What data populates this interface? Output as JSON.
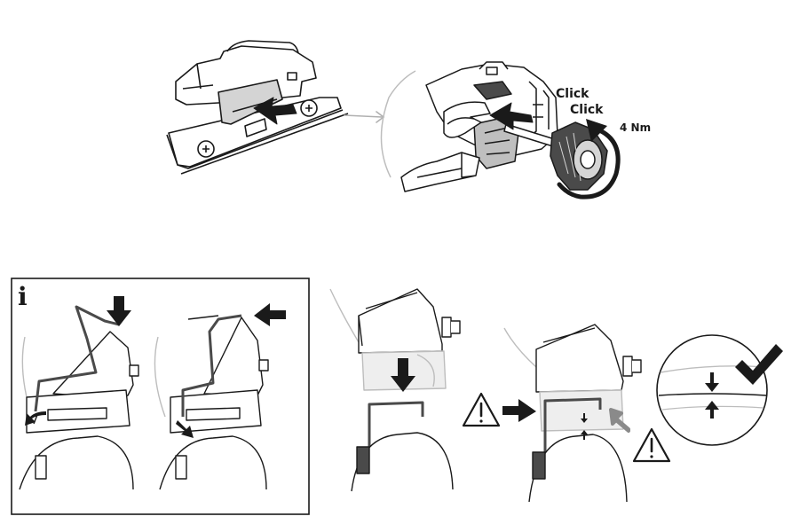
{
  "step1": {
    "click_1": "Click",
    "click_2": "Click",
    "torque": "4 Nm"
  },
  "info_panel": {
    "info_symbol": "i"
  },
  "icons": [
    "push-arrow-icon",
    "transition-arrow-icon",
    "torque-rotation-arrow-icon",
    "info-icon",
    "warning-icon",
    "check-mark-icon",
    "down-arrow-icon",
    "up-arrow-icon"
  ],
  "colors": {
    "line": "#1a1a1a",
    "gray_fill": "#d4d4d4",
    "dark_gray": "#4a4a4a",
    "light_gray": "#eeeeee",
    "faint_gray": "#bdbdbd",
    "transition_arrow": "#b0b0b0"
  }
}
